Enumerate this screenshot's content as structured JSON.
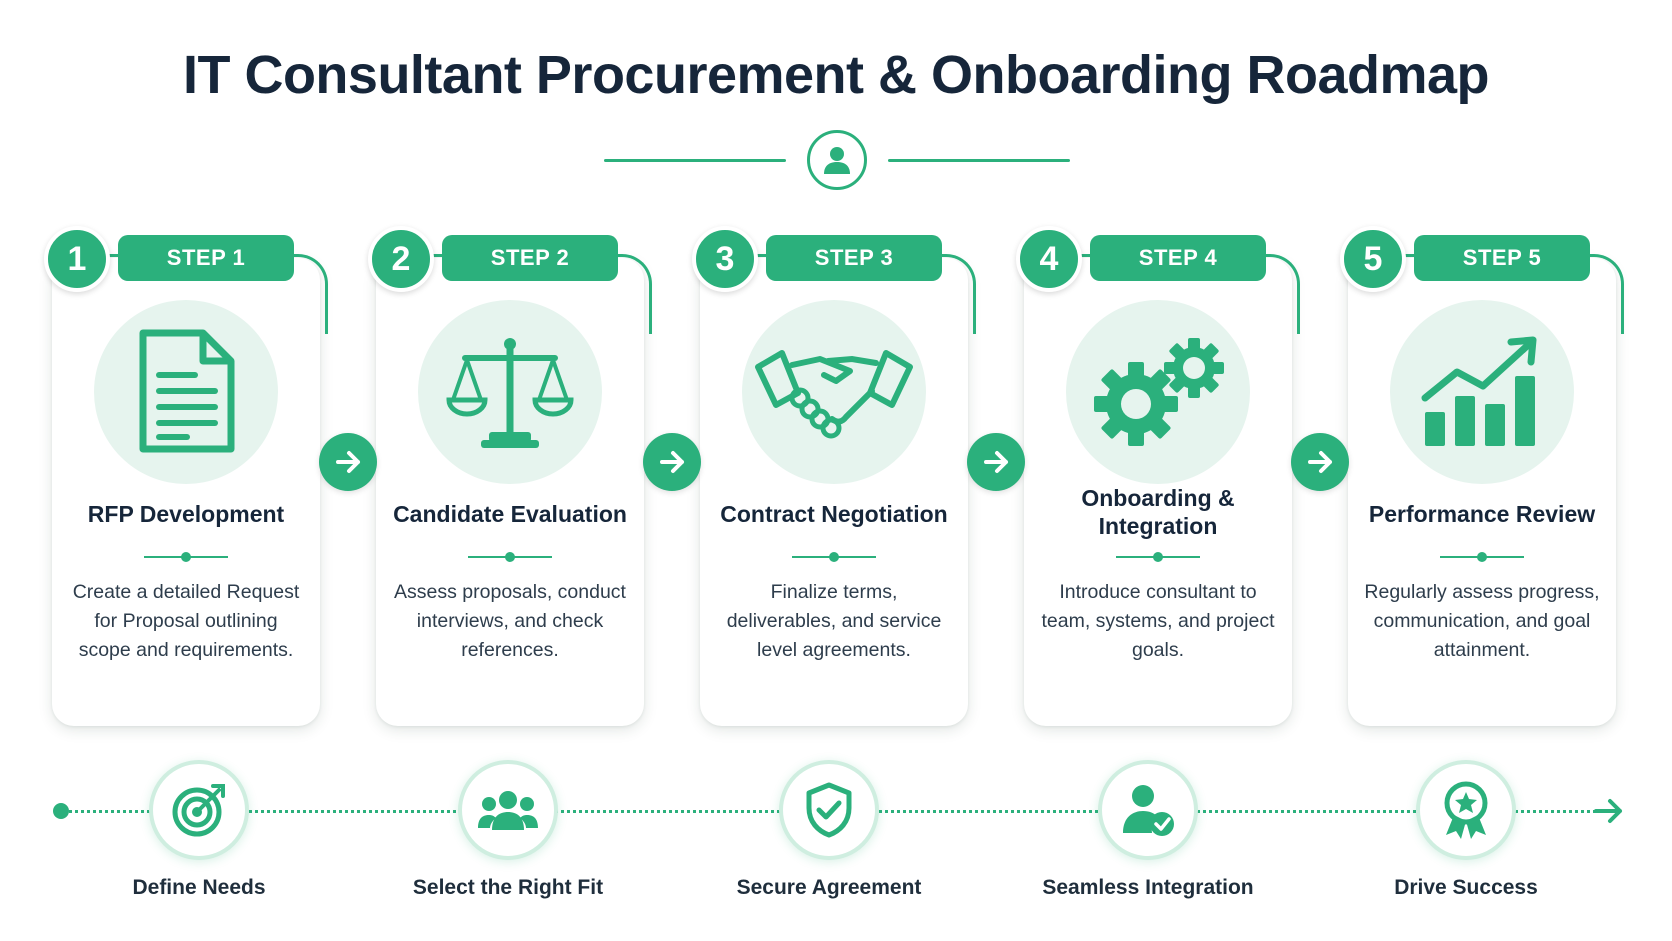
{
  "title": "IT Consultant Procurement & Onboarding Roadmap",
  "accent_color": "#2bb07c",
  "header_icon": "person-icon",
  "steps": [
    {
      "number": "1",
      "step_label": "STEP 1",
      "icon": "document-icon",
      "title": "RFP Development",
      "description": "Create a detailed Request for Proposal outlining scope and requirements."
    },
    {
      "number": "2",
      "step_label": "STEP 2",
      "icon": "scales-icon",
      "title": "Candidate Evaluation",
      "description": "Assess proposals, conduct interviews, and check references."
    },
    {
      "number": "3",
      "step_label": "STEP 3",
      "icon": "handshake-icon",
      "title": "Contract Negotiation",
      "description": "Finalize terms, deliverables, and service level agreements."
    },
    {
      "number": "4",
      "step_label": "STEP 4",
      "icon": "gears-icon",
      "title": "Onboarding & Integration",
      "description": "Introduce consultant to team, systems, and project goals."
    },
    {
      "number": "5",
      "step_label": "STEP 5",
      "icon": "growth-chart-icon",
      "title": "Performance Review",
      "description": "Regularly assess progress, communication, and goal attainment."
    }
  ],
  "milestones": [
    {
      "icon": "target-icon",
      "label": "Define Needs"
    },
    {
      "icon": "group-icon",
      "label": "Select the Right Fit"
    },
    {
      "icon": "shield-check-icon",
      "label": "Secure Agreement"
    },
    {
      "icon": "user-check-icon",
      "label": "Seamless Integration"
    },
    {
      "icon": "award-ribbon-icon",
      "label": "Drive Success"
    }
  ]
}
